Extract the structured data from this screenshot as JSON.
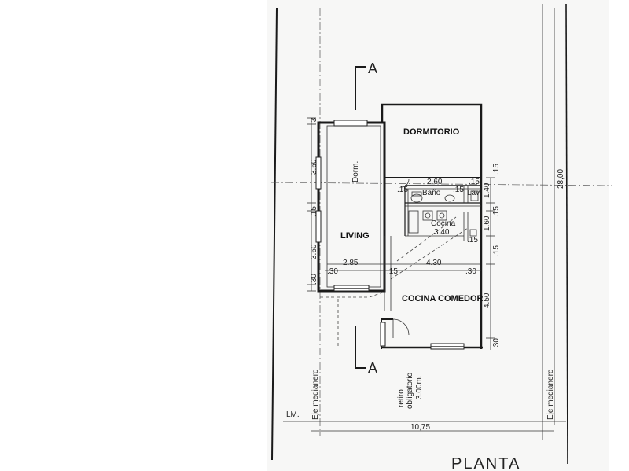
{
  "rooms": {
    "dormitorio": "DORMITORIO",
    "dorm_small": "Dorm.",
    "living": "LIVING",
    "cocina_comedor": "COCINA COMEDOR",
    "bano": "Baño",
    "lav": "Lav",
    "cocina": "Cocina"
  },
  "dimensions": {
    "top_thin": ".3",
    "left_upper": "3.60",
    "left_mid": ".15",
    "left_lower": "3.60",
    "left_bottom": ".30",
    "width_living": "2.85",
    "wall_left": ".30",
    "wall_mid": ".15",
    "width_comedor": "4.30",
    "wall_right": ".30",
    "bano_width": "2.60",
    "bano_wall_left": ".15",
    "bano_wall_mid": ".15",
    "bano_wall_top": ".15",
    "right_top": ".15",
    "right_140": "1.40",
    "right_15b": ".15",
    "right_160": "1.60",
    "right_15c": ".15",
    "right_450": "4.50",
    "right_30": ".30",
    "cocina_340": "3.40",
    "cocina_15": ".15",
    "total_width": "10,75",
    "total_depth": "28,00"
  },
  "labels": {
    "section_top": "A",
    "section_bottom": "A",
    "eje_left": "Eje medianero",
    "eje_right": "Eje medianero",
    "lm": "LM.",
    "retiro_1": "retiro",
    "retiro_2": "obligatorio",
    "retiro_3": "3.00m.",
    "planta": "PLANTA"
  }
}
